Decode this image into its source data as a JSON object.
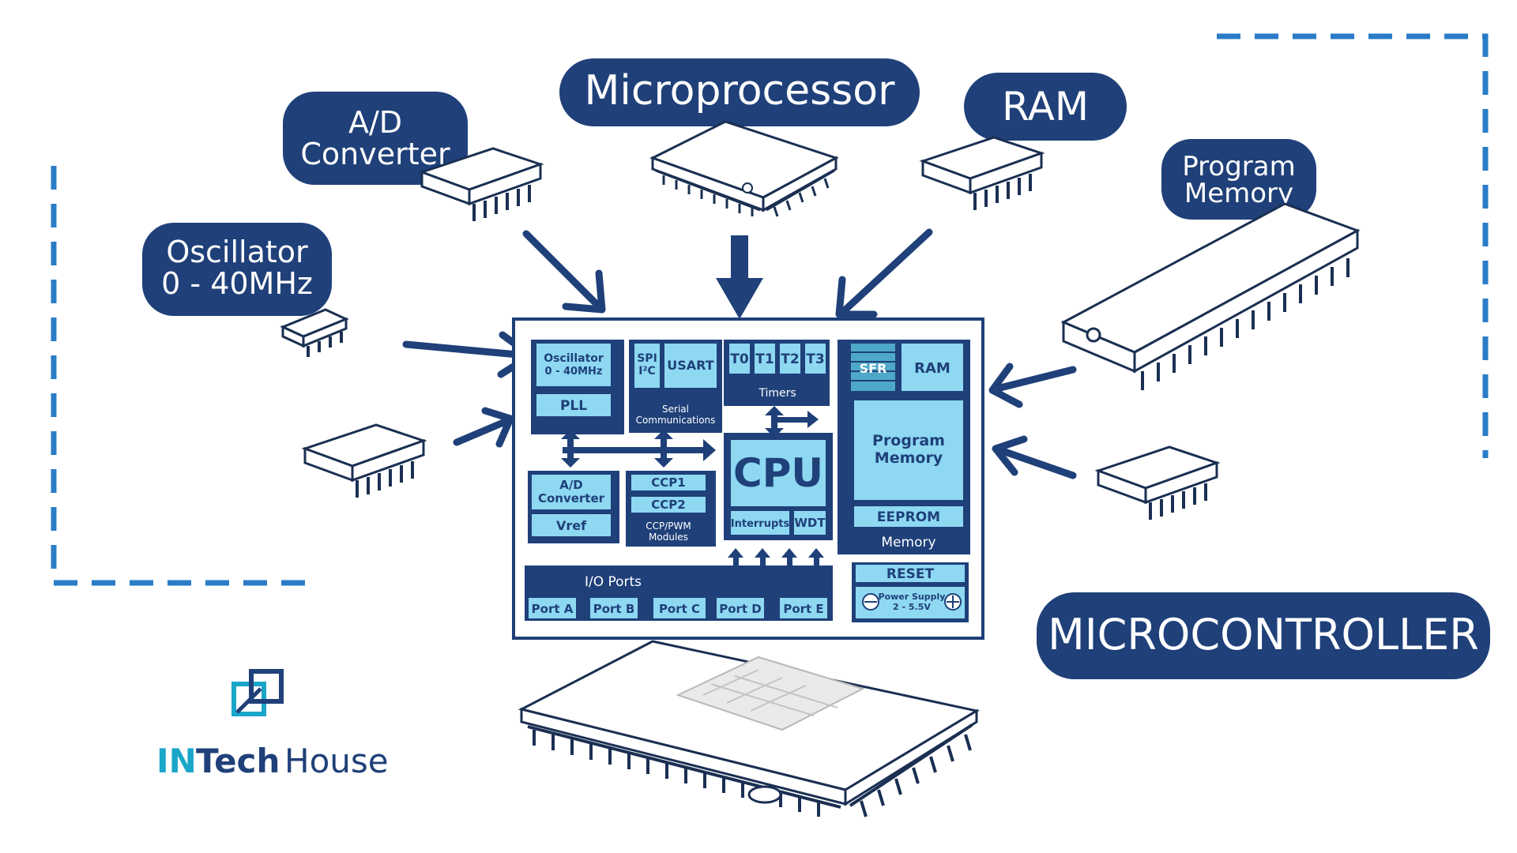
{
  "labels": {
    "microprocessor": "Microprocessor",
    "ram": "RAM",
    "ad_line1": "A/D",
    "ad_line2": "Converter",
    "osc_line1": "Oscillator",
    "osc_line2": "0 - 40MHz",
    "pm_line1": "Program",
    "pm_line2": "Memory",
    "microcontroller": "MICROCONTROLLER"
  },
  "block": {
    "oscillator_l1": "Oscillator",
    "oscillator_l2": "0 - 40MHz",
    "pll": "PLL",
    "spi_l1": "SPI",
    "spi_l2": "I²C",
    "usart": "USART",
    "serial_l1": "Serial",
    "serial_l2": "Communications",
    "t0": "T0",
    "t1": "T1",
    "t2": "T2",
    "t3": "T3",
    "timers": "Timers",
    "sfr": "SFR",
    "ram": "RAM",
    "program_memory_l1": "Program",
    "program_memory_l2": "Memory",
    "eeprom": "EEPROM",
    "memory": "Memory",
    "cpu": "CPU",
    "interrupts": "Interrupts",
    "wdt": "WDT",
    "ad_l1": "A/D",
    "ad_l2": "Converter",
    "vref": "Vref",
    "ccp1": "CCP1",
    "ccp2": "CCP2",
    "ccp_l1": "CCP/PWM",
    "ccp_l2": "Modules",
    "io_ports": "I/O Ports",
    "port_a": "Port A",
    "port_b": "Port B",
    "port_c": "Port C",
    "port_d": "Port D",
    "port_e": "Port E",
    "reset": "RESET",
    "power_l1": "Power Supply",
    "power_l2": "2 - 5.5V"
  },
  "logo": {
    "part1": "IN",
    "part2": "Tech",
    "part3": "House"
  },
  "colors": {
    "navy": "#1f4079",
    "light_blue": "#8ed8f2",
    "dash_blue": "#2a7cc7",
    "logo_teal": "#1aa6c9"
  }
}
